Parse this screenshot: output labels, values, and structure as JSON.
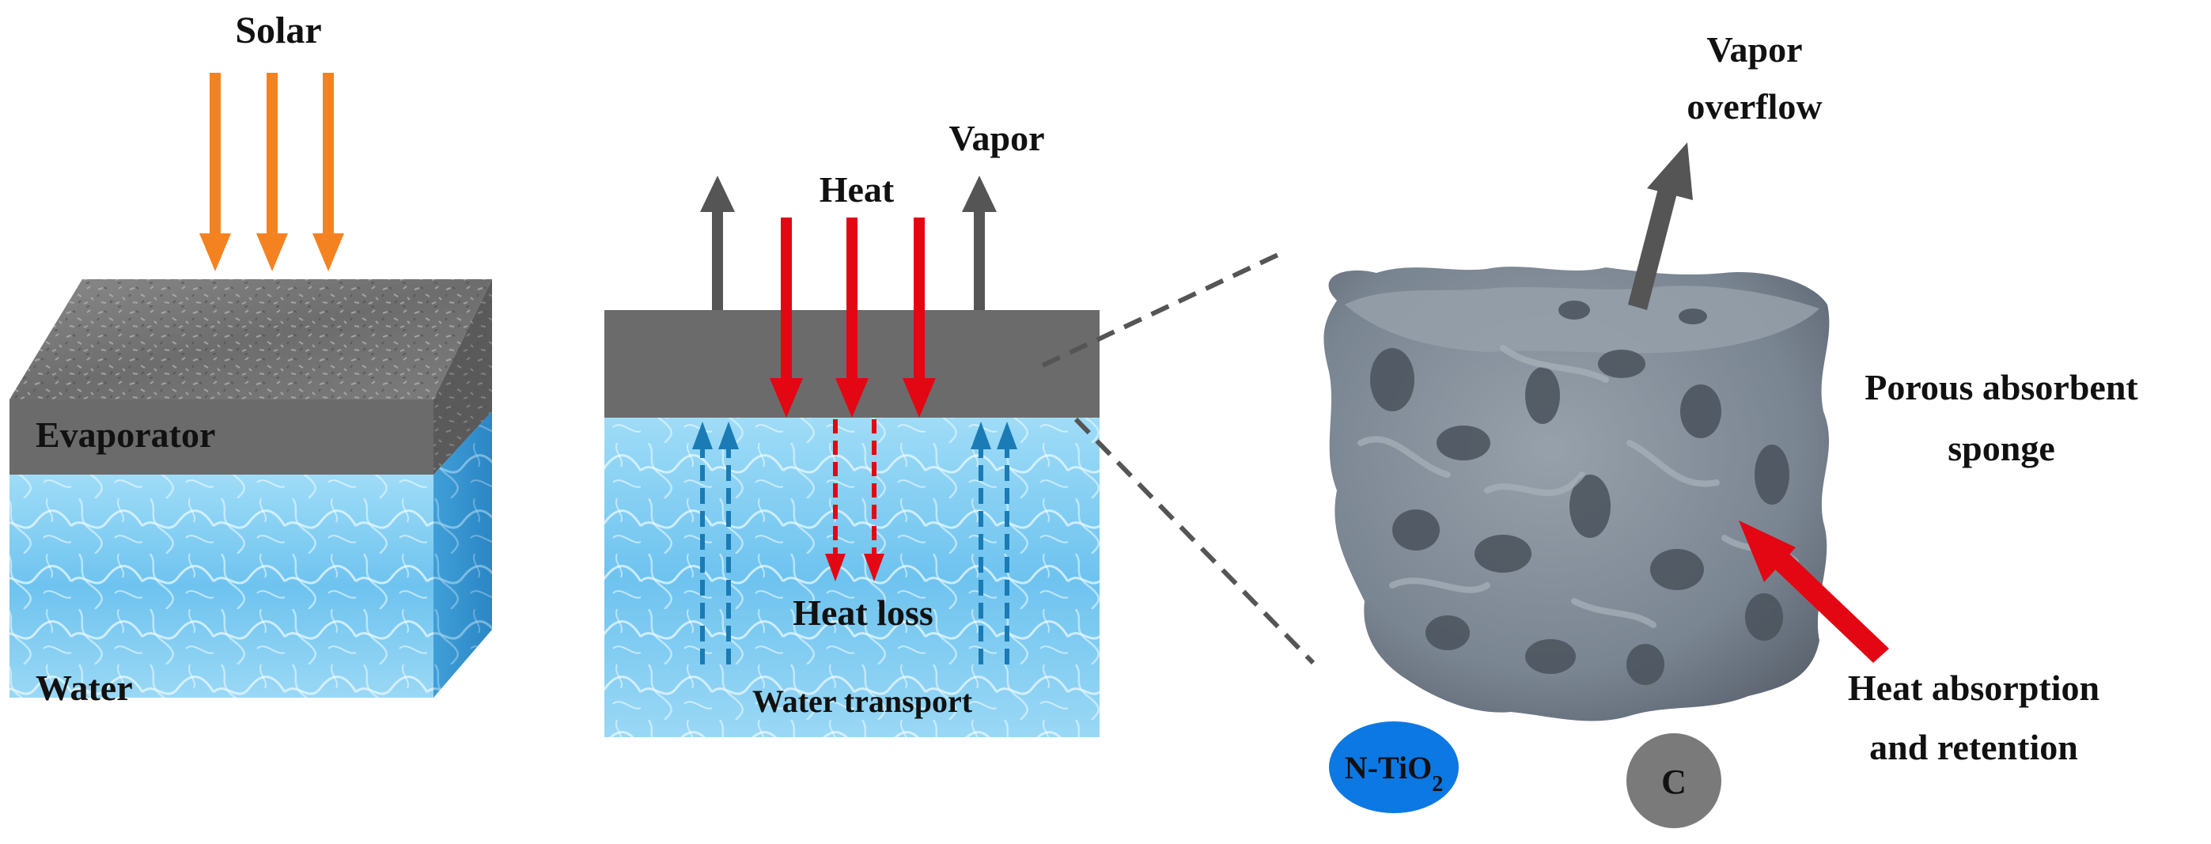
{
  "panel1": {
    "solar_label": "Solar",
    "evaporator_label": "Evaporator",
    "water_label": "Water"
  },
  "panel2": {
    "vapor_label": "Vapor",
    "heat_label": "Heat",
    "heat_loss_label": "Heat loss",
    "water_transport_label": "Water transport"
  },
  "panel3": {
    "vapor_overflow_line1": "Vapor",
    "vapor_overflow_line2": "overflow",
    "sponge_line1": "Porous absorbent",
    "sponge_line2": "sponge",
    "heat_absorption_line1": "Heat absorption",
    "heat_absorption_line2": "and retention",
    "ntio2_main": "N-TiO",
    "ntio2_sub": "2",
    "carbon_label": "C"
  },
  "colors": {
    "solar_arrow": "#f58220",
    "heat_arrow": "#e30613",
    "vapor_arrow": "#555555",
    "water_arrow": "#1a7bb5",
    "evaporator_gray": "#6b6b6b",
    "water_blue": "#6ec3ef",
    "ntio2_blue": "#0b78e3",
    "carbon_gray": "#7a7a7a",
    "sponge_gray": "#7c8794"
  }
}
